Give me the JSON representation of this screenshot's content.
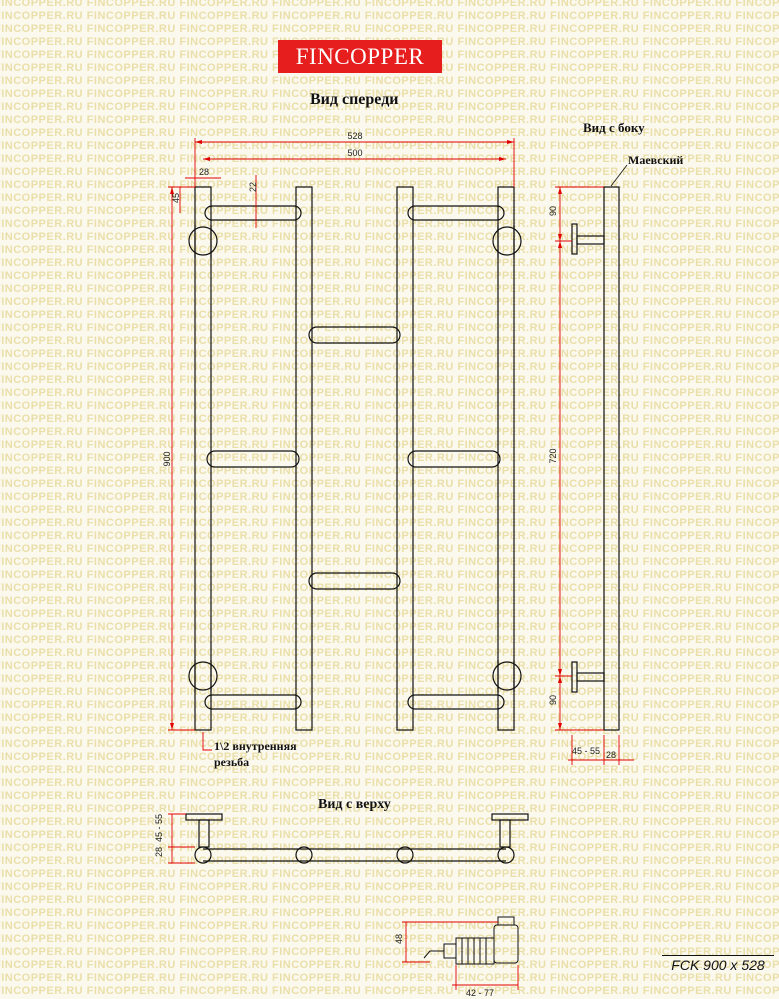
{
  "brand": {
    "name": "FINCOPPER",
    "color": "#e61e1e",
    "text_color": "#ffffff"
  },
  "watermark": {
    "text": "FINCOPPER.RU",
    "color": "#eadfa9"
  },
  "views": {
    "front": "Вид спереди",
    "side": "Вид с боку",
    "top": "Вид с верху"
  },
  "front_view": {
    "dimensions": {
      "overall_width": "528",
      "inner_width": "500",
      "pipe_offset": "28",
      "rung_height": "22",
      "top_offset": "45",
      "total_height": "900"
    },
    "thread_note_line1": "1\\2 внутренняя",
    "thread_note_line2": "резьба"
  },
  "side_view": {
    "valve_label": "Маевский",
    "dimensions": {
      "top_bracket": "90",
      "between_brackets": "720",
      "bottom_bracket": "90",
      "wall_gap": "45 - 55",
      "pipe_depth": "28"
    }
  },
  "top_view": {
    "dimensions": {
      "wall_gap": "45 - 55",
      "pipe_depth": "28"
    }
  },
  "heater_view": {
    "dimensions": {
      "height": "48",
      "length": "42 - 77"
    }
  },
  "model": "FCK 900 x 528",
  "colors": {
    "line": "#111111",
    "dimension": "#e00000",
    "background": "#fbf8ee"
  }
}
